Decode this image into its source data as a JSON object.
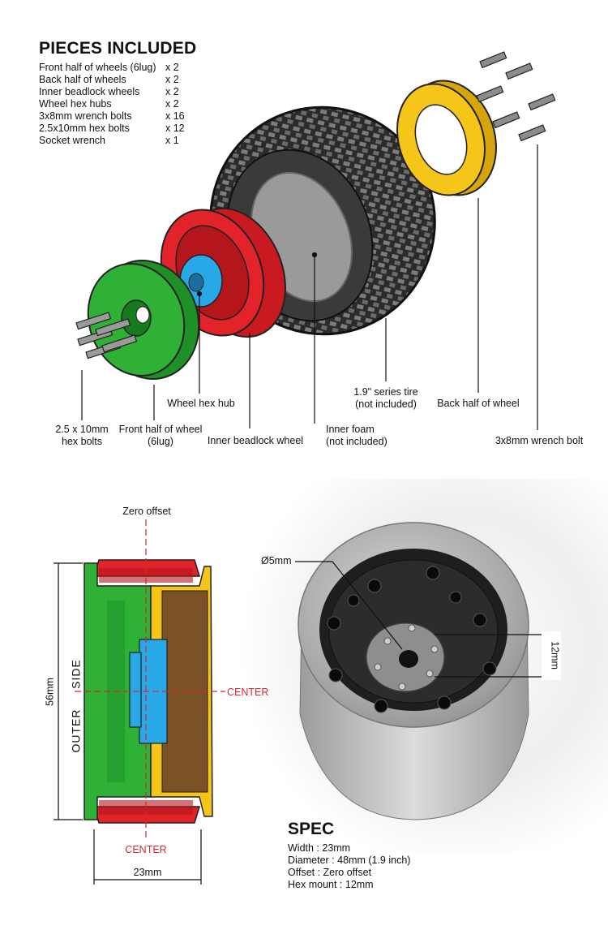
{
  "header": {
    "title": "PIECES INCLUDED"
  },
  "pieces": [
    {
      "name": "Front half of wheels (6lug)",
      "qty": "x 2"
    },
    {
      "name": "Back half of wheels",
      "qty": "x 2"
    },
    {
      "name": "Inner beadlock wheels",
      "qty": "x 2"
    },
    {
      "name": "Wheel hex hubs",
      "qty": "x 2"
    },
    {
      "name": "3x8mm wrench bolts",
      "qty": "x 16"
    },
    {
      "name": "2.5x10mm hex bolts",
      "qty": "x 12"
    },
    {
      "name": "Socket wrench",
      "qty": "x 1"
    }
  ],
  "callouts": {
    "hex_bolts": {
      "l1": "2.5 x 10mm",
      "l2": "hex bolts"
    },
    "front_half": {
      "l1": "Front half of wheel",
      "l2": "(6lug)"
    },
    "hex_hub": {
      "l1": "Wheel hex hub"
    },
    "beadlock": {
      "l1": "Inner beadlock wheel"
    },
    "foam": {
      "l1": "Inner foam",
      "l2": "(not included)"
    },
    "tire": {
      "l1": "1.9\" series tire",
      "l2": "(not included)"
    },
    "back_half": {
      "l1": "Back half of wheel"
    },
    "wrench_bolt": {
      "l1": "3x8mm wrench bolt"
    }
  },
  "section": {
    "zero_offset": "Zero offset",
    "center_right": "CENTER",
    "center_bottom": "CENTER",
    "height_dim": "56mm",
    "outer": "OUTER",
    "side": "SIDE",
    "width_dim": "23mm",
    "bore_dim": "Ø5mm",
    "hex_dim": "12mm"
  },
  "spec": {
    "title": "SPEC",
    "lines": [
      "Width : 23mm",
      "Diameter : 48mm (1.9 inch)",
      "Offset : Zero offset",
      "Hex mount : 12mm"
    ]
  },
  "colors": {
    "front_half": "#2eb135",
    "beadlock": "#e2242a",
    "hub": "#29a8e8",
    "back_half": "#f5c51a",
    "tire": "#2b2b2b",
    "foam": "#9a9a9a",
    "brown": "#7a5226",
    "accent_red": "#d9262c"
  }
}
